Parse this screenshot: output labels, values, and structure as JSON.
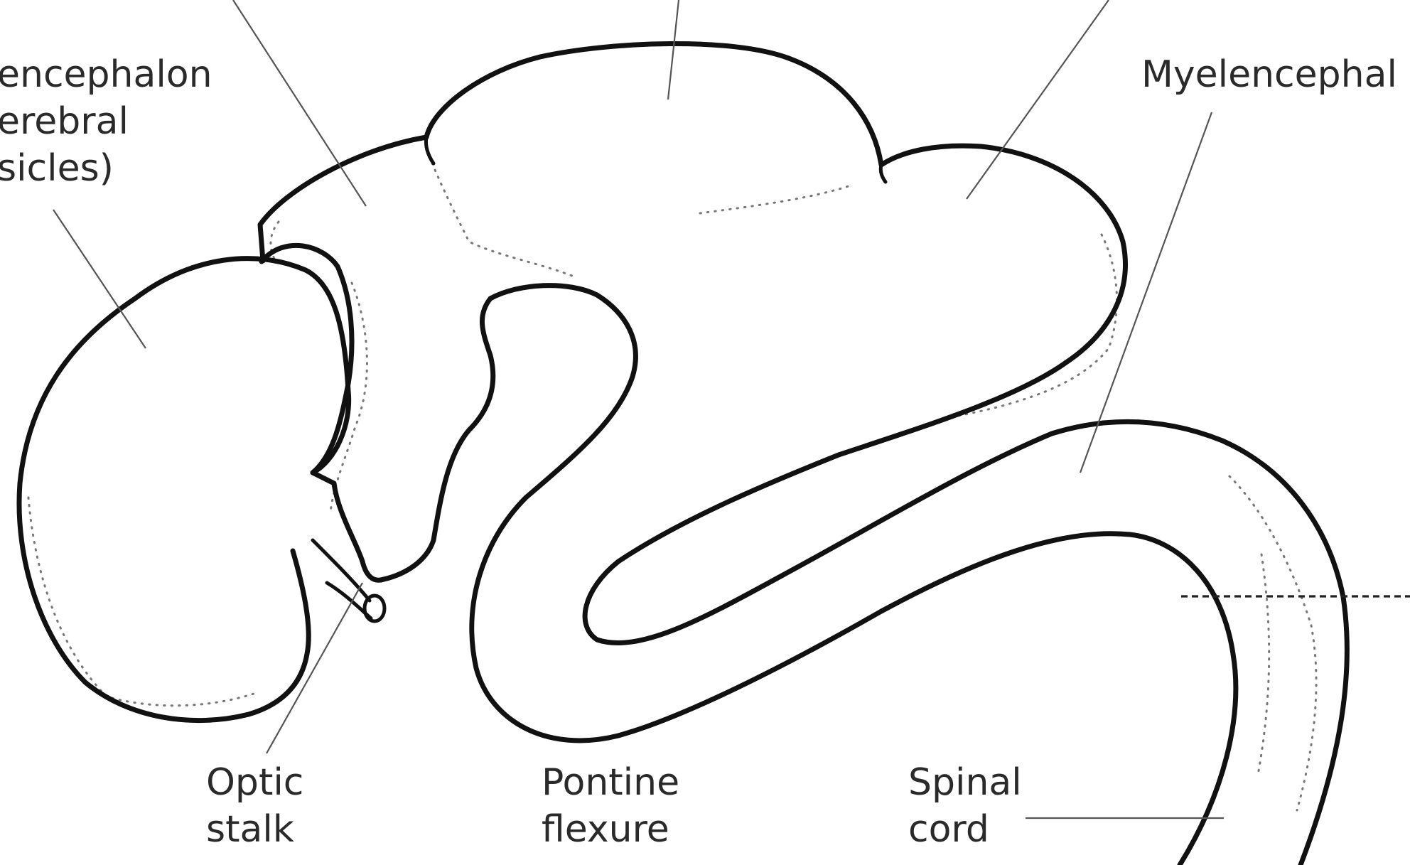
{
  "labels": {
    "telencephalon": [
      "encephalon",
      "erebral",
      "sicles)"
    ],
    "myelencephalon": "Myelencephal",
    "optic_stalk": [
      "Optic",
      "stalk"
    ],
    "pontine_flexure": [
      "Pontine",
      "flexure"
    ],
    "spinal_cord": [
      "Spinal",
      "cord"
    ]
  },
  "colors": {
    "outline": "#111111",
    "leader": "#555555",
    "text": "#2a2a2a",
    "stipple": "#777777"
  }
}
